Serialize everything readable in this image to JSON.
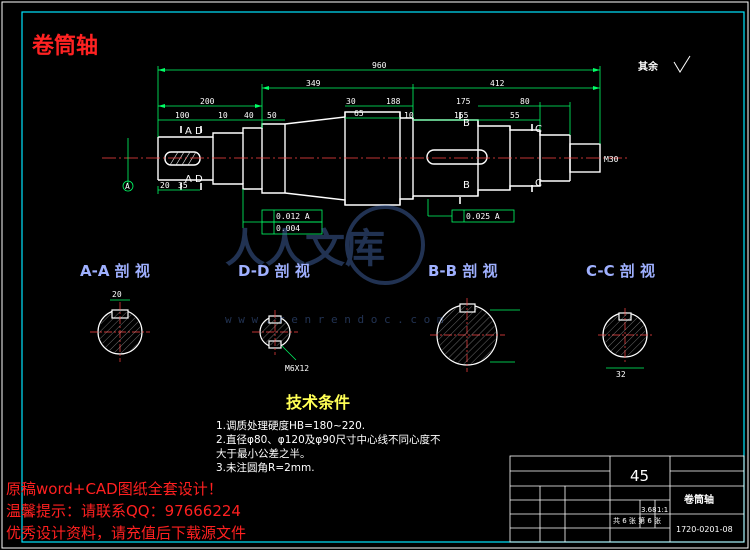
{
  "drawing": {
    "title": "卷筒轴",
    "roughness_note": "其余",
    "dimensions": {
      "overall": "960",
      "left_span": "349",
      "right_span": "412",
      "d200": "200",
      "d100": "100",
      "d10": "10",
      "d40": "40",
      "d50": "50",
      "d30": "30",
      "d65": "65",
      "d188": "188",
      "d10b": "10",
      "d175": "175",
      "d155": "155",
      "d80": "80",
      "d55": "55",
      "d20": "20",
      "d35": "35",
      "m30": "M30"
    },
    "tolerances": {
      "t1": "0.012 A",
      "t2": "0.004",
      "t3": "0.025 A"
    },
    "datum": "A",
    "section_labels": {
      "aa": "A-A 剖 视",
      "dd": "D-D 剖 视",
      "bb": "B-B 剖 视",
      "cc": "C-C 剖 视"
    },
    "section_letters": [
      "A",
      "D",
      "A",
      "D",
      "B",
      "B",
      "C",
      "C"
    ],
    "section_dims": {
      "aa_width": "20",
      "dd_thread": "M6X12",
      "cc_dim": "32"
    },
    "tech": {
      "title": "技术条件",
      "lines": [
        "1.调质处理硬度HB=180~220.",
        "2.直径φ80、φ120及φ90尺寸中心线不同心度不",
        "大于最小公差之半。",
        "3.未注圆角R=2mm."
      ]
    },
    "title_block": {
      "scale_number": "45",
      "part_name": "卷筒轴",
      "drawing_no": "1720-0201-08",
      "weight": "3.68",
      "ratio": "1:1",
      "sheets": "共 6 张  第 6 张"
    }
  },
  "promo": {
    "line1": "原稿word+CAD图纸全套设计！",
    "line2": "温馨提示：请联系QQ：97666224",
    "line3": "优秀设计资料，请充值后下载源文件"
  },
  "watermark": {
    "logo_text": "人人文库",
    "url": "w w w . r e n r e n d o c . c o m"
  },
  "colors": {
    "background": "#000000",
    "frame": "#00e5ff",
    "outline": "#ffffff",
    "dimension": "#00ff66",
    "centerline": "#ff4444",
    "accent_red": "#ff2020",
    "section_text": "#9fb0ff",
    "hatch": "#e0e0e0"
  }
}
